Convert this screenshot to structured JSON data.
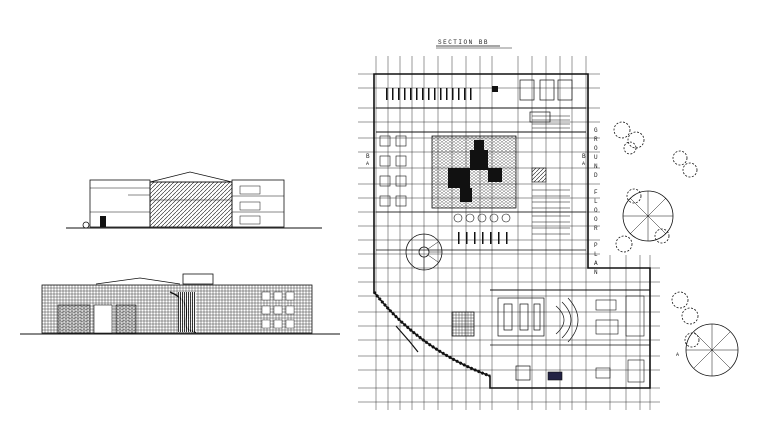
{
  "section_title": "SECTION BB",
  "plan_title_letters": [
    "G",
    "R",
    "O",
    "U",
    "N",
    "D",
    "F",
    "L",
    "O",
    "O",
    "R",
    "P",
    "L",
    "A",
    "N"
  ],
  "section_marker": "B",
  "section_marker_a": "A",
  "colors": {
    "ink": "#111111",
    "paper": "#ffffff",
    "grid": "#333333"
  }
}
